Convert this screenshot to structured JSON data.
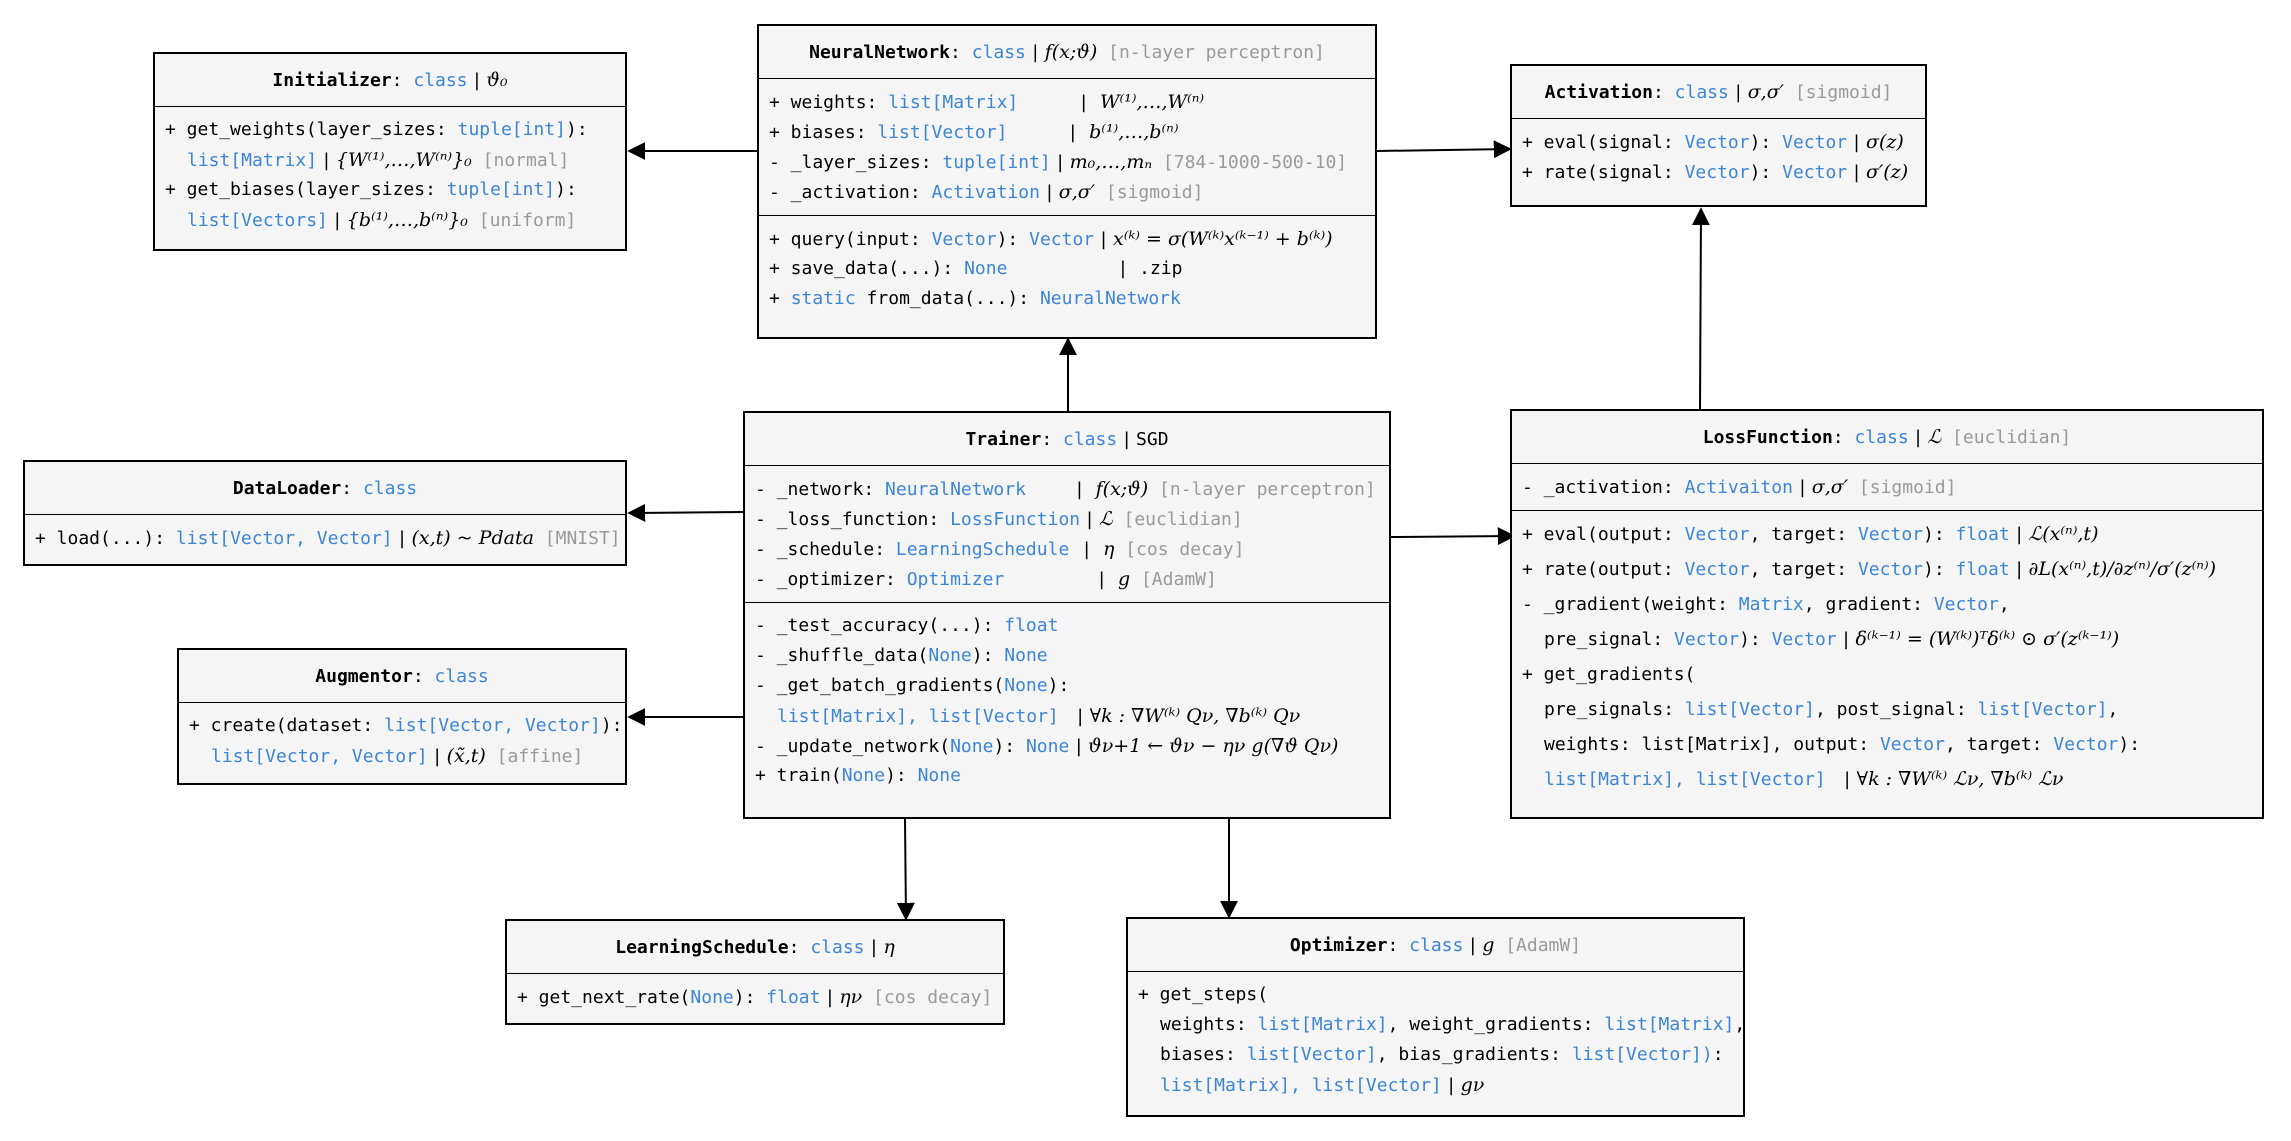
{
  "class_kw": "class",
  "sep": "|",
  "initializer": {
    "name": "Initializer",
    "sym": "ϑ₀",
    "m1a": "+ get_weights(layer_sizes: ",
    "m1t": "tuple[int]",
    "m1b": "):",
    "m1r": "list[Matrix]",
    "m1math": "{W⁽¹⁾,…,W⁽ⁿ⁾}₀",
    "m1c": "[normal]",
    "m2a": "+ get_biases(layer_sizes: ",
    "m2t": "tuple[int]",
    "m2b": "):",
    "m2r": "list[Vectors]",
    "m2math": "{b⁽¹⁾,…,b⁽ⁿ⁾}₀",
    "m2c": "[uniform]"
  },
  "neural_network": {
    "name": "NeuralNetwork",
    "sym": "f(x;ϑ)",
    "comment": "[n-layer perceptron]",
    "a1n": "+ weights: ",
    "a1t": "list[Matrix]",
    "a1m": "W⁽¹⁾,…,W⁽ⁿ⁾",
    "a2n": "+ biases: ",
    "a2t": "list[Vector]",
    "a2m": "b⁽¹⁾,…,b⁽ⁿ⁾",
    "a3n": "- _layer_sizes: ",
    "a3t": "tuple[int]",
    "a3m": "m₀,…,mₙ",
    "a3c": "[784-1000-500-10]",
    "a4n": "- _activation: ",
    "a4t": "Activation",
    "a4m": "σ,σ′",
    "a4c": "[sigmoid]",
    "m1a": "+ query(input: ",
    "m1t": "Vector",
    "m1b": "): ",
    "m1r": "Vector",
    "m1m": "x⁽ᵏ⁾ = σ(W⁽ᵏ⁾x⁽ᵏ⁻¹⁾ + b⁽ᵏ⁾)",
    "m2a": "+ save_data(...): ",
    "m2r": "None",
    "m2m": ".zip",
    "m3a": "+ ",
    "m3s": "static",
    "m3b": " from_data(...): ",
    "m3r": "NeuralNetwork"
  },
  "activation": {
    "name": "Activation",
    "sym": "σ,σ′",
    "comment": "[sigmoid]",
    "m1a": "+ eval(signal: ",
    "m1t": "Vector",
    "m1b": "): ",
    "m1r": "Vector",
    "m1m": "σ(z)",
    "m2a": "+ rate(signal: ",
    "m2t": "Vector",
    "m2b": "): ",
    "m2r": "Vector",
    "m2m": "σ′(z)"
  },
  "trainer": {
    "name": "Trainer",
    "sym": "SGD",
    "a1n": "- _network: ",
    "a1t": "NeuralNetwork",
    "a1m": "f(x;ϑ)",
    "a1c": "[n-layer perceptron]",
    "a2n": "- _loss_function: ",
    "a2t": "LossFunction",
    "a2m": "ℒ",
    "a2c": "[euclidian]",
    "a3n": "- _schedule: ",
    "a3t": "LearningSchedule",
    "a3m": "η",
    "a3c": "[cos decay]",
    "a4n": "- _optimizer: ",
    "a4t": "Optimizer",
    "a4m": "g",
    "a4c": "[AdamW]",
    "m1a": "- _test_accuracy(...): ",
    "m1r": "float",
    "m2a": "- _shuffle_data(",
    "m2t": "None",
    "m2b": "): ",
    "m2r": "None",
    "m3a": "- _get_batch_gradients(",
    "m3t": "None",
    "m3b": "):",
    "m3r": "list[Matrix], list[Vector]",
    "m3m": "∀k : ∇W⁽ᵏ⁾ Qν, ∇b⁽ᵏ⁾ Qν",
    "m4a": "- _update_network(",
    "m4t": "None",
    "m4b": "): ",
    "m4r": "None",
    "m4m": "ϑν+1 ← ϑν − ην g(∇ϑ Qν)",
    "m5a": "+ train(",
    "m5t": "None",
    "m5b": "): ",
    "m5r": "None"
  },
  "loss_function": {
    "name": "LossFunction",
    "sym": "ℒ",
    "comment": "[euclidian]",
    "a1n": "- _activation: ",
    "a1t": "Activaiton",
    "a1m": "σ,σ′",
    "a1c": "[sigmoid]",
    "m1a": "+ eval(output: ",
    "m1t1": "Vector",
    "m1b": ", target: ",
    "m1t2": "Vector",
    "m1c": "): ",
    "m1r": "float",
    "m1m": "ℒ(x⁽ⁿ⁾,t)",
    "m2a": "+ rate(output: ",
    "m2t1": "Vector",
    "m2b": ", target: ",
    "m2t2": "Vector",
    "m2c": "): ",
    "m2r": "float",
    "m2m": "∂L(x⁽ⁿ⁾,t)/∂z⁽ⁿ⁾/σ′(z⁽ⁿ⁾)",
    "m3a": "- _gradient(weight: ",
    "m3t1": "Matrix",
    "m3b": ", gradient: ",
    "m3t2": "Vector",
    "m3c": ",",
    "m3d": "pre_signal: ",
    "m3t3": "Vector",
    "m3e": "): ",
    "m3r": "Vector",
    "m3m": "δ⁽ᵏ⁻¹⁾ = (W⁽ᵏ⁾)ᵀδ⁽ᵏ⁾ ⊙ σ′(z⁽ᵏ⁻¹⁾)",
    "m4a": "+ get_gradients(",
    "m4b": "pre_signals: ",
    "m4t1": "list[Vector]",
    "m4c": ", post_signal: ",
    "m4t2": "list[Vector]",
    "m4d": ",",
    "m4e": "weights: list[Matrix], output: ",
    "m4t3": "Vector",
    "m4f": ", target: ",
    "m4t4": "Vector",
    "m4g": "):",
    "m4r": "list[Matrix], list[Vector]",
    "m4m": "∀k : ∇W⁽ᵏ⁾ ℒν, ∇b⁽ᵏ⁾ ℒν"
  },
  "data_loader": {
    "name": "DataLoader",
    "m1a": "+ load(...): ",
    "m1r": "list[Vector, Vector]",
    "m1m": "(x,t) ~ Pdata",
    "m1c": "[MNIST]"
  },
  "augmentor": {
    "name": "Augmentor",
    "m1a": "+ create(dataset: ",
    "m1t": "list[Vector, Vector]",
    "m1b": "):",
    "m1r": "list[Vector, Vector]",
    "m1m": "(x̃,t)",
    "m1c": "[affine]"
  },
  "learning_schedule": {
    "name": "LearningSchedule",
    "sym": "η",
    "m1a": "+ get_next_rate(",
    "m1t": "None",
    "m1b": "): ",
    "m1r": "float",
    "m1m": "ην",
    "m1c": "[cos decay]"
  },
  "optimizer": {
    "name": "Optimizer",
    "sym": "g",
    "comment": "[AdamW]",
    "m1a": "+ get_steps(",
    "m2a": "weights: ",
    "m2t1": "list[Matrix]",
    "m2b": ", weight_gradients: ",
    "m2t2": "list[Matrix]",
    "m2c": ",",
    "m3a": "biases: ",
    "m3t1": "list[Vector]",
    "m3b": ", bias_gradients: ",
    "m3t2": "list[Vector])",
    "m3c": ":",
    "m4r": "list[Matrix], list[Vector]",
    "m4m": "gν"
  }
}
